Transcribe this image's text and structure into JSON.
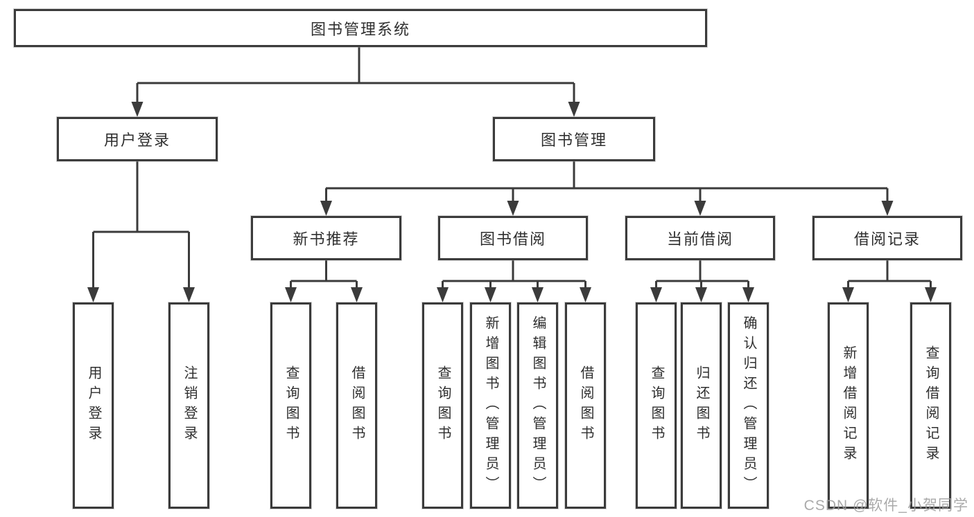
{
  "tree": {
    "root": {
      "label": "图书管理系统"
    },
    "branches": [
      {
        "label": "用户登录",
        "children": [
          {
            "label": "用户登录"
          },
          {
            "label": "注销登录"
          }
        ]
      },
      {
        "label": "图书管理",
        "children": [
          {
            "label": "新书推荐",
            "children": [
              {
                "label": "查询图书"
              },
              {
                "label": "借阅图书"
              }
            ]
          },
          {
            "label": "图书借阅",
            "children": [
              {
                "label": "查询图书"
              },
              {
                "label": "新增图书（管理员）"
              },
              {
                "label": "编辑图书（管理员）"
              },
              {
                "label": "借阅图书"
              }
            ]
          },
          {
            "label": "当前借阅",
            "children": [
              {
                "label": "查询图书"
              },
              {
                "label": "归还图书"
              },
              {
                "label": "确认归还（管理员）"
              }
            ]
          },
          {
            "label": "借阅记录",
            "children": [
              {
                "label": "新增借阅记录"
              },
              {
                "label": "查询借阅记录"
              }
            ]
          }
        ]
      }
    ]
  },
  "watermark": {
    "text": "CSDN @软件_小贺同学"
  },
  "colors": {
    "line": "#3b3b3b",
    "box_border": "#3b3b3b",
    "text": "#2f2f2f",
    "watermark": "#9c9c9c",
    "background": "#ffffff"
  }
}
